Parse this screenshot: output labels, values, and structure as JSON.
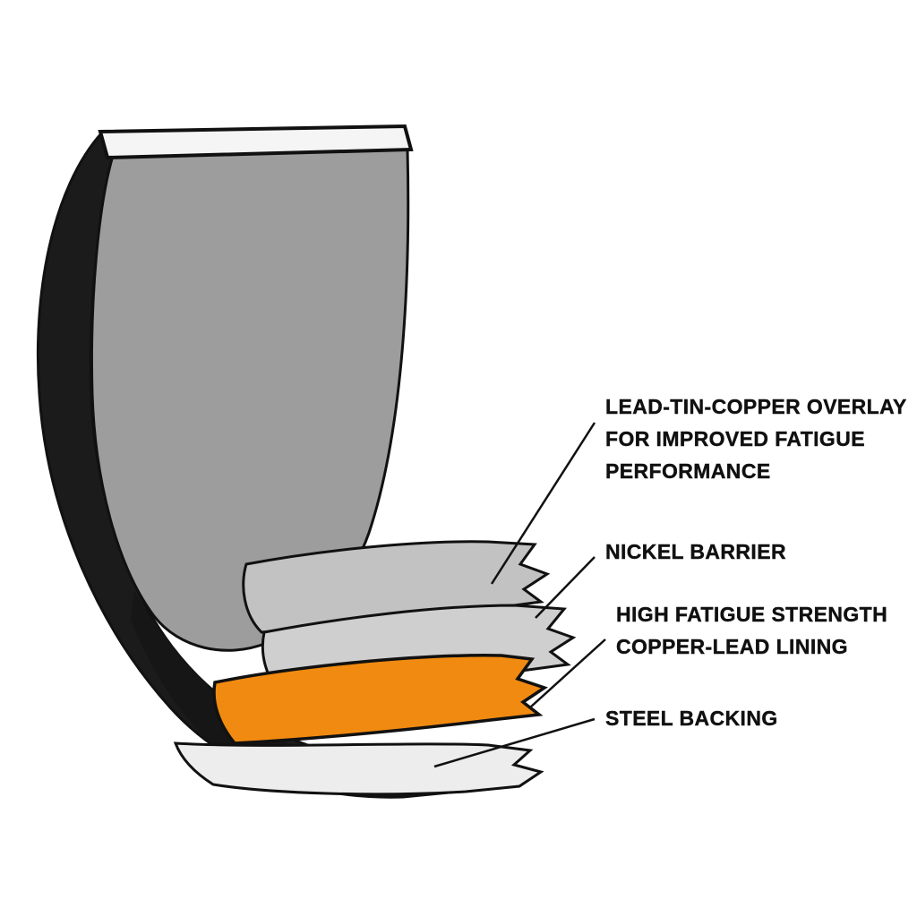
{
  "page": {
    "background": "#ffffff"
  },
  "diagram": {
    "subject": "Engine bearing shell cutaway showing material layers",
    "outline_color": "#111111",
    "shell": {
      "face_color": "#9d9d9d",
      "top_edge_color": "#f5f5f5",
      "rim_color": "#1b1b1b",
      "inner_shadow_color": "#161616"
    },
    "layers": [
      {
        "id": "lead-tin-copper-overlay",
        "color": "#c2c2c2",
        "label_lines": [
          "LEAD-TIN-COPPER OVERLAY",
          "FOR IMPROVED FATIGUE",
          "PERFORMANCE"
        ]
      },
      {
        "id": "nickel-barrier",
        "color": "#cfcfcf",
        "label_lines": [
          "NICKEL BARRIER"
        ]
      },
      {
        "id": "copper-lead-lining",
        "color": "#f18a10",
        "label_lines": [
          "HIGH FATIGUE STRENGTH",
          "COPPER-LEAD LINING"
        ]
      },
      {
        "id": "steel-backing",
        "color": "#ededed",
        "label_lines": [
          "STEEL BACKING"
        ]
      }
    ]
  }
}
